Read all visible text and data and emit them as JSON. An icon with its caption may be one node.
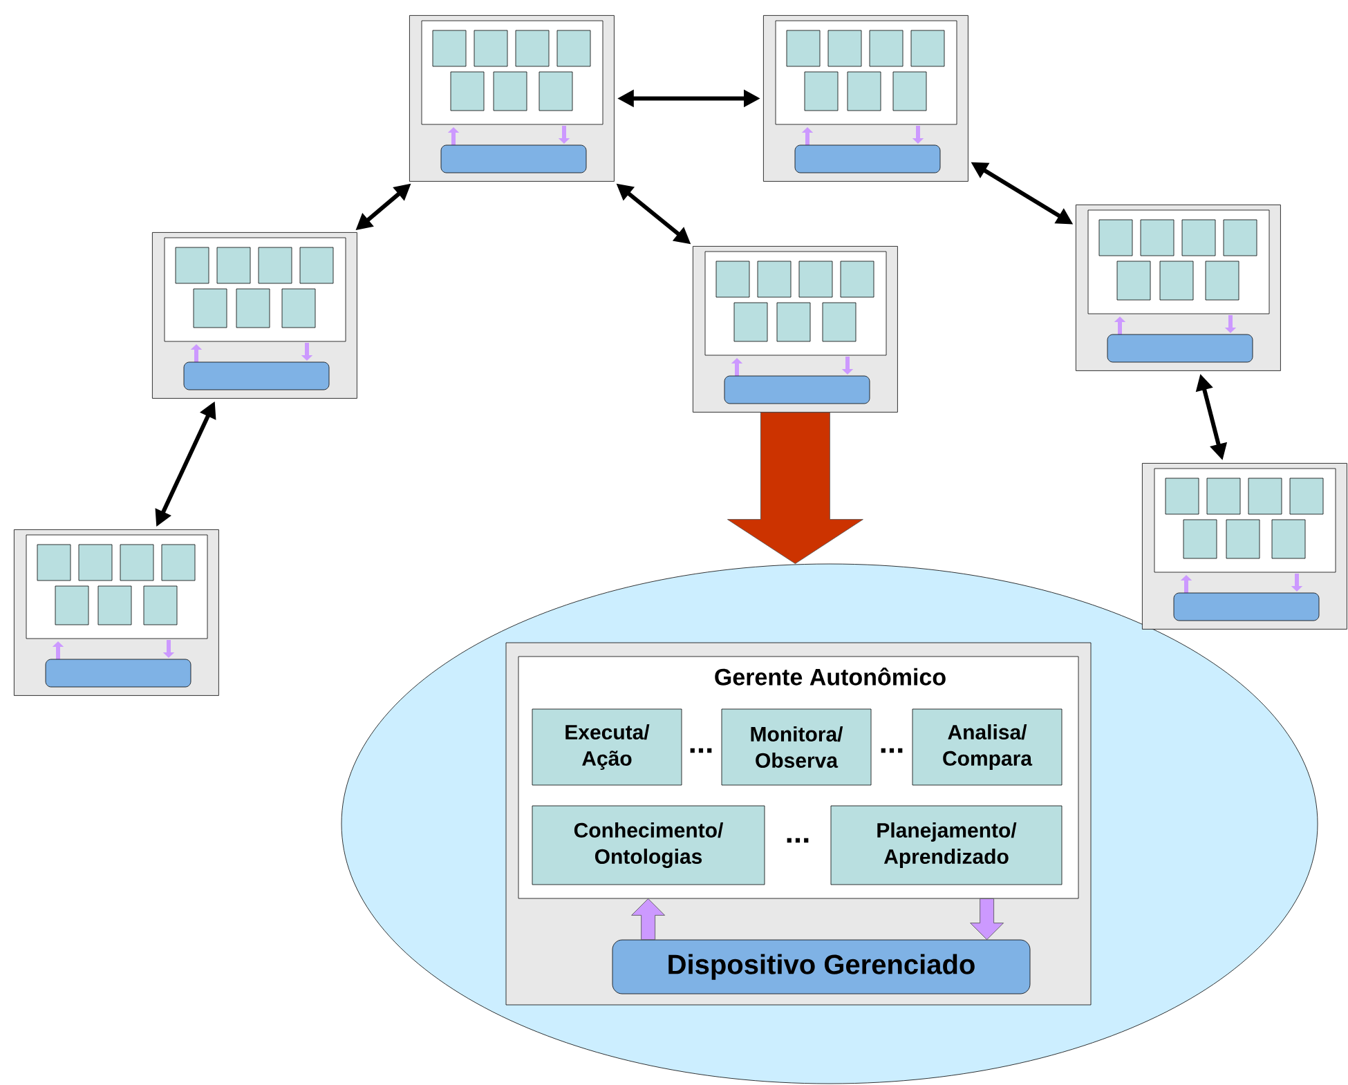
{
  "diagram": {
    "nodes": [
      {
        "text": [],
        "shape": "box"
      },
      {
        "text": [],
        "shape": "box"
      },
      {
        "text": [],
        "shape": "box"
      },
      {
        "text": [],
        "shape": "box"
      },
      {
        "text": [],
        "shape": "box"
      },
      {
        "text": [],
        "shape": "box"
      },
      {
        "text": [],
        "shape": "box"
      },
      {
        "text": [],
        "shape": "ellipse"
      },
      {
        "text": [],
        "shape": "box",
        "in": 7
      },
      {
        "text": [
          "Gerente Autonômico"
        ],
        "in": 8
      },
      {
        "text": [
          "Executa/ Ação"
        ],
        "in": 9
      },
      {
        "text": [
          "Monitora/ Observa"
        ],
        "in": 9
      },
      {
        "text": [
          "Analisa/ Compara"
        ],
        "in": 9
      },
      {
        "text": [
          "Conhecimento/ Ontologias"
        ],
        "in": 9
      },
      {
        "text": [
          "Planejamento/ Aprendizado"
        ],
        "in": 9
      },
      {
        "text": [
          "Dispositivo Gerenciado"
        ],
        "in": 8
      }
    ],
    "edges": [
      {
        "from": 0,
        "to": 1,
        "arrow": "both"
      },
      {
        "from": 1,
        "to": 2,
        "arrow": "both"
      },
      {
        "from": 2,
        "to": 4,
        "arrow": "both"
      },
      {
        "from": 2,
        "to": 3,
        "arrow": "both"
      },
      {
        "from": 4,
        "to": 5,
        "arrow": "both"
      },
      {
        "from": 5,
        "to": 6,
        "arrow": "both"
      },
      {
        "from": 3,
        "to": 7,
        "arrow": "to",
        "style": "thick",
        "color": "#cc3300"
      },
      {
        "from": 15,
        "to": 9,
        "arrow": "to",
        "style": "thick",
        "color": "#cc99ff"
      },
      {
        "from": 9,
        "to": 15,
        "arrow": "to",
        "style": "thick",
        "color": "#cc99ff"
      }
    ],
    "labels": [
      "...",
      "...",
      "..."
    ]
  }
}
